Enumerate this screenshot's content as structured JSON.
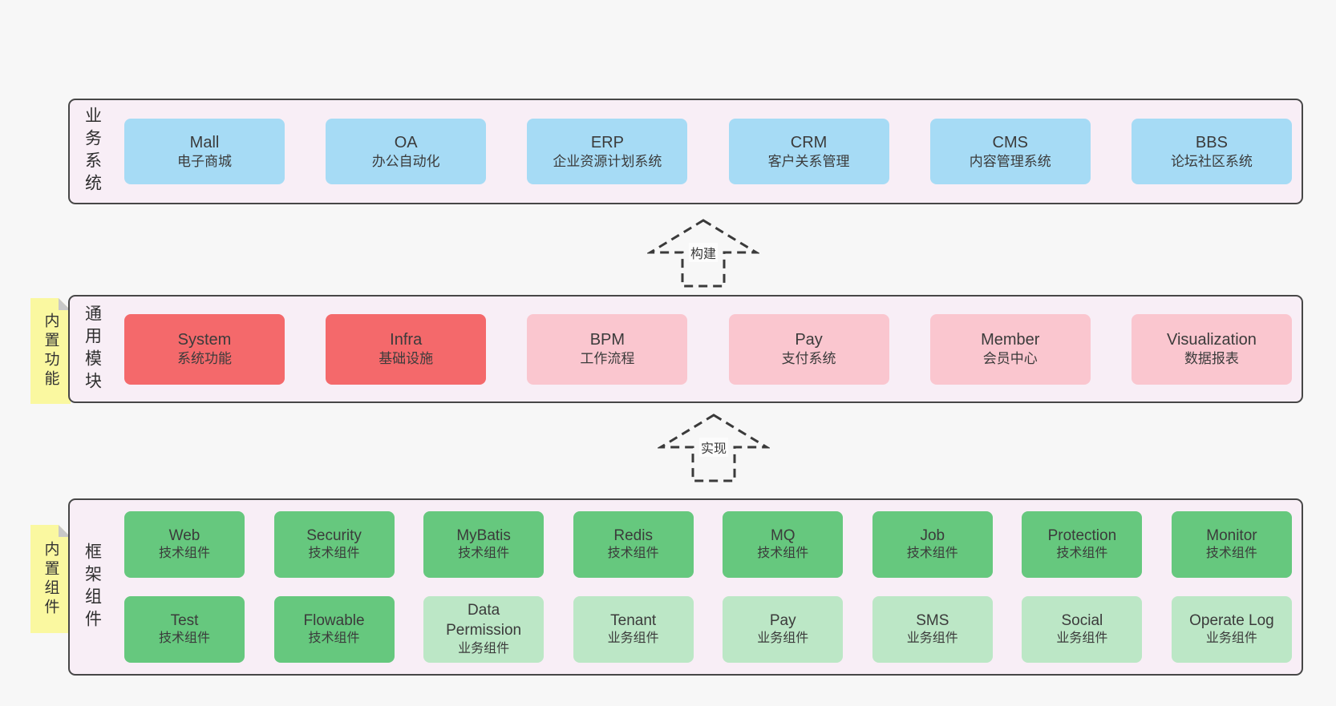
{
  "colors": {
    "page_bg": "#f7f7f7",
    "panel_bg": "#f8eef6",
    "panel_border": "#474747",
    "blue": "#a6dbf5",
    "red": "#f4696b",
    "pink": "#fac6cf",
    "green_dark": "#66c87e",
    "green_light": "#bce7c6",
    "sticky_yellow": "#faf8a0",
    "sticky_fold": "#c8c8c8",
    "text": "#3b3b3b"
  },
  "arrows": [
    {
      "label": "构建"
    },
    {
      "label": "实现"
    }
  ],
  "sections": {
    "business": {
      "side_label": "业务系统",
      "boxes": [
        {
          "name": "Mall",
          "sub": "电子商城"
        },
        {
          "name": "OA",
          "sub": "办公自动化"
        },
        {
          "name": "ERP",
          "sub": "企业资源计划系统"
        },
        {
          "name": "CRM",
          "sub": "客户关系管理"
        },
        {
          "name": "CMS",
          "sub": "内容管理系统"
        },
        {
          "name": "BBS",
          "sub": "论坛社区系统"
        }
      ]
    },
    "modules": {
      "side_label": "通用模块",
      "sticky": "内置功能",
      "boxes": [
        {
          "name": "System",
          "sub": "系统功能",
          "color": "red"
        },
        {
          "name": "Infra",
          "sub": "基础设施",
          "color": "red"
        },
        {
          "name": "BPM",
          "sub": "工作流程",
          "color": "pink"
        },
        {
          "name": "Pay",
          "sub": "支付系统",
          "color": "pink"
        },
        {
          "name": "Member",
          "sub": "会员中心",
          "color": "pink"
        },
        {
          "name": "Visualization",
          "sub": "数据报表",
          "color": "pink"
        }
      ]
    },
    "framework": {
      "side_label": "框架组件",
      "sticky": "内置组件",
      "row1": [
        {
          "name": "Web",
          "sub": "技术组件",
          "color": "green_dark"
        },
        {
          "name": "Security",
          "sub": "技术组件",
          "color": "green_dark"
        },
        {
          "name": "MyBatis",
          "sub": "技术组件",
          "color": "green_dark"
        },
        {
          "name": "Redis",
          "sub": "技术组件",
          "color": "green_dark"
        },
        {
          "name": "MQ",
          "sub": "技术组件",
          "color": "green_dark"
        },
        {
          "name": "Job",
          "sub": "技术组件",
          "color": "green_dark"
        },
        {
          "name": "Protection",
          "sub": "技术组件",
          "color": "green_dark"
        },
        {
          "name": "Monitor",
          "sub": "技术组件",
          "color": "green_dark"
        }
      ],
      "row2": [
        {
          "name": "Test",
          "sub": "技术组件",
          "color": "green_dark"
        },
        {
          "name": "Flowable",
          "sub": "技术组件",
          "color": "green_dark"
        },
        {
          "name": "Data Permission",
          "sub": "业务组件",
          "color": "green_light"
        },
        {
          "name": "Tenant",
          "sub": "业务组件",
          "color": "green_light"
        },
        {
          "name": "Pay",
          "sub": "业务组件",
          "color": "green_light"
        },
        {
          "name": "SMS",
          "sub": "业务组件",
          "color": "green_light"
        },
        {
          "name": "Social",
          "sub": "业务组件",
          "color": "green_light"
        },
        {
          "name": "Operate Log",
          "sub": "业务组件",
          "color": "green_light"
        }
      ]
    }
  }
}
